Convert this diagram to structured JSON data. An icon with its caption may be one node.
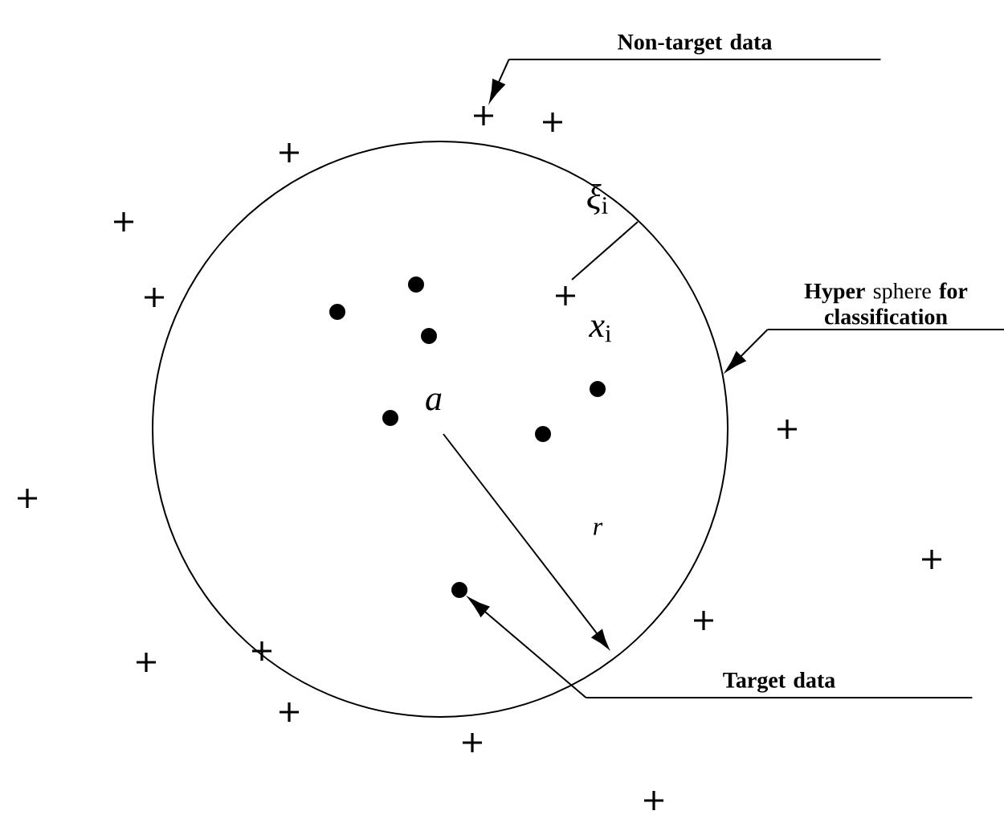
{
  "diagram": {
    "nodes": [
      {
        "text": [
          "Non-target data"
        ]
      },
      {
        "text": [],
        "shape": "cross"
      },
      {
        "text": [
          "**Hyper** sphere **for classification**"
        ]
      },
      {
        "text": [],
        "shape": "circle"
      },
      {
        "text": [
          "Target data"
        ]
      },
      {
        "text": [],
        "shape": "dot",
        "in": 3
      },
      {
        "text": [],
        "shape": "dot",
        "in": 3
      },
      {
        "text": [],
        "shape": "dot",
        "in": 3
      },
      {
        "text": [],
        "shape": "dot",
        "in": 3
      },
      {
        "text": [],
        "shape": "dot",
        "in": 3
      },
      {
        "text": [],
        "shape": "dot",
        "in": 3
      },
      {
        "text": [],
        "shape": "dot",
        "in": 3
      }
    ],
    "edges": [
      {
        "from": 0,
        "to": 1,
        "arrow": "to"
      },
      {
        "from": 2,
        "to": 3,
        "arrow": "to"
      },
      {
        "from": 4,
        "to": 9,
        "arrow": "to"
      }
    ],
    "labels": [
      "*ξ*$_{i}$",
      "*x*$_{i}$",
      "*a*",
      "*r*"
    ]
  }
}
